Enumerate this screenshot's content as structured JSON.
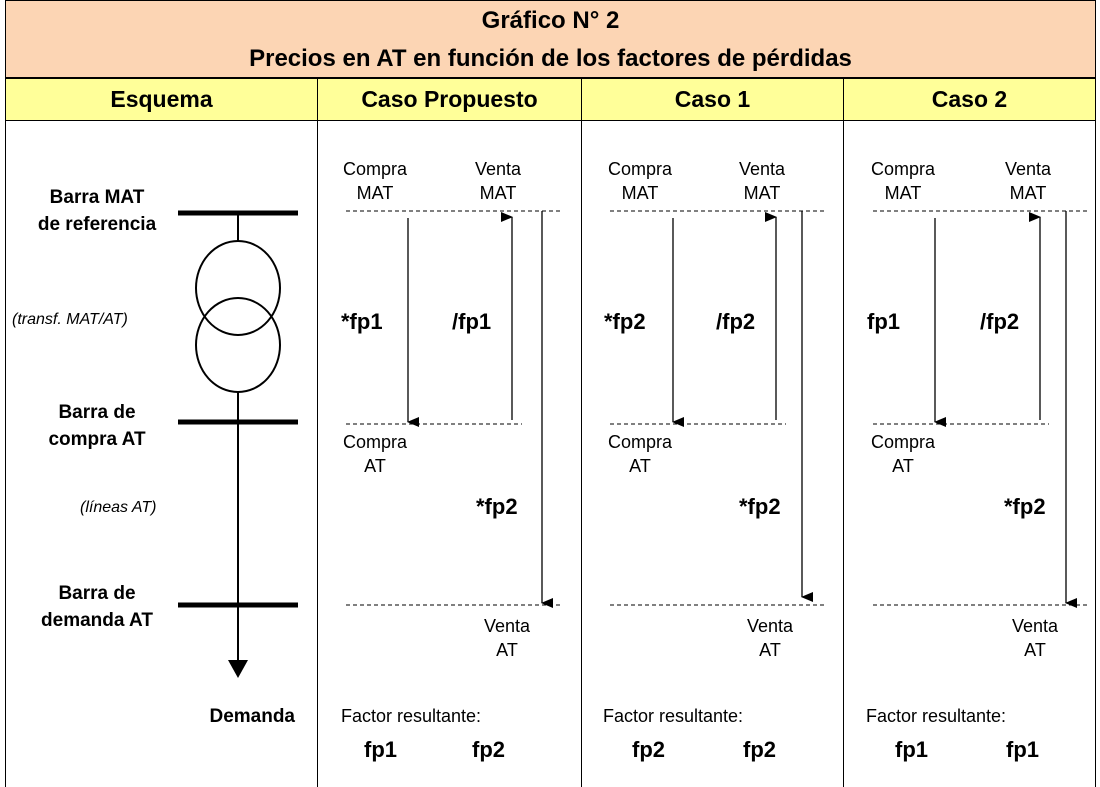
{
  "title": {
    "line1": "Gráfico N° 2",
    "line2": "Precios en AT en función de los factores de pérdidas"
  },
  "headers": {
    "esquema": "Esquema",
    "propuesto": "Caso Propuesto",
    "caso1": "Caso 1",
    "caso2": "Caso 2"
  },
  "esquema": {
    "barra_mat_1": "Barra MAT",
    "barra_mat_2": "de referencia",
    "transf": "(transf. MAT/AT)",
    "barra_compra_1": "Barra de",
    "barra_compra_2": "compra AT",
    "lineas": "(líneas AT)",
    "barra_demanda_1": "Barra de",
    "barra_demanda_2": "demanda AT",
    "demanda": "Demanda"
  },
  "labels": {
    "compra": "Compra",
    "venta": "Venta",
    "mat": "MAT",
    "at": "AT",
    "factor_resultante": "Factor resultante:"
  },
  "cases": [
    {
      "up_left": "*fp1",
      "up_right": "/fp1",
      "down": "*fp2",
      "result_a": "fp1",
      "result_b": "fp2"
    },
    {
      "up_left": "*fp2",
      "up_right": "/fp2",
      "down": "*fp2",
      "result_a": "fp2",
      "result_b": "fp2"
    },
    {
      "up_left": "fp1",
      "up_right": "/fp2",
      "down": "*fp2",
      "result_a": "fp1",
      "result_b": "fp1"
    }
  ]
}
